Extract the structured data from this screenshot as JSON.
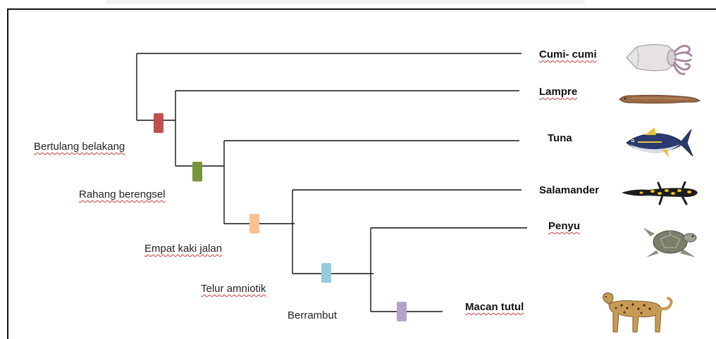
{
  "traits": [
    {
      "label": "Bertulang belakang",
      "color": "#c0504d"
    },
    {
      "label": "Rahang berengsel",
      "color": "#77933c"
    },
    {
      "label": "Empat kaki jalan",
      "color": "#fac090"
    },
    {
      "label": "Telur amniotik",
      "color": "#92cddc"
    },
    {
      "label": "Berrambut",
      "color": "#b3a2c7"
    }
  ],
  "taxa": [
    {
      "name": "Cumi- cumi",
      "icon": "squid-icon"
    },
    {
      "name": "Lampre",
      "icon": "lamprey-icon"
    },
    {
      "name": "Tuna",
      "icon": "tuna-icon"
    },
    {
      "name": "Salamander",
      "icon": "salamander-icon"
    },
    {
      "name": "Penyu",
      "icon": "sea-turtle-icon"
    },
    {
      "name": "Macan tutul",
      "icon": "leopard-icon"
    }
  ]
}
